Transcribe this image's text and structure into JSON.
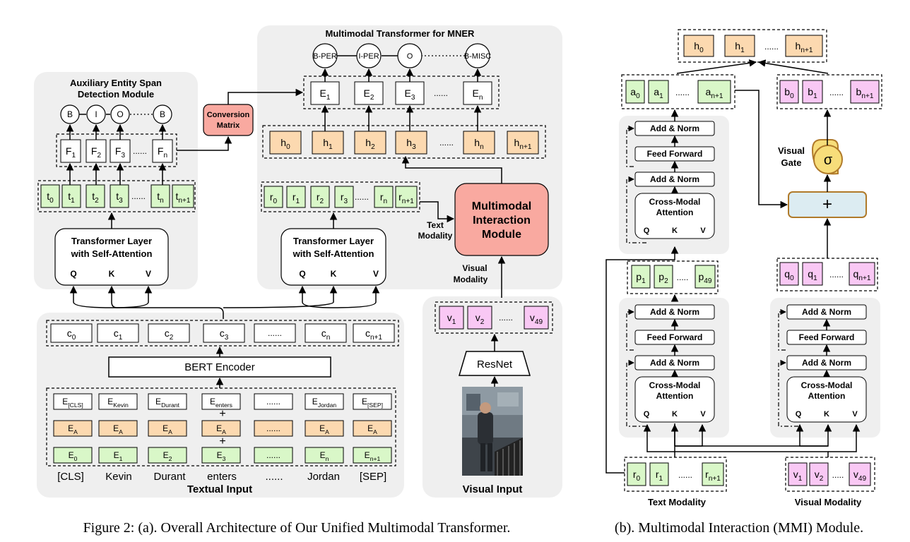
{
  "colors": {
    "panel": "#efefef",
    "green": "#d9f7c8",
    "orange": "#fcd9b0",
    "pink": "#f9c8f4",
    "salmon": "#f9a9a0",
    "gate_yellow": "#f7dd7a",
    "plus_blue": "#dcecf2"
  },
  "a": {
    "mner_title": "Multimodal Transformer for MNER",
    "aux_title_1": "Auxiliary Entity Span",
    "aux_title_2": "Detection Module",
    "tags_mner": [
      "B-PER",
      "I-PER",
      "O",
      "B-MISC"
    ],
    "tags_aux": [
      "B",
      "I",
      "O",
      "B"
    ],
    "e_row": [
      "E",
      "E",
      "E",
      "E"
    ],
    "e_subs": [
      "1",
      "2",
      "3",
      "n"
    ],
    "f_row": [
      "F",
      "F",
      "F",
      "F"
    ],
    "f_subs": [
      "1",
      "2",
      "3",
      "n"
    ],
    "h_row": [
      "h",
      "h",
      "h",
      "h",
      "h",
      "h"
    ],
    "h_subs": [
      "0",
      "1",
      "2",
      "3",
      "n",
      "n+1"
    ],
    "t_row": [
      "t",
      "t",
      "t",
      "t",
      "t",
      "t"
    ],
    "t_subs": [
      "0",
      "1",
      "2",
      "3",
      "n",
      "n+1"
    ],
    "r_row": [
      "r",
      "r",
      "r",
      "r",
      "r",
      "r"
    ],
    "r_subs": [
      "0",
      "1",
      "2",
      "3",
      "n",
      "n+1"
    ],
    "c_row": [
      "c",
      "c",
      "c",
      "c",
      "......",
      "c",
      "c"
    ],
    "c_subs": [
      "0",
      "1",
      "2",
      "3",
      "",
      "n",
      "n+1"
    ],
    "dots_short": "......",
    "conversion_1": "Conversion",
    "conversion_2": "Matrix",
    "transformer_1": "Transformer Layer",
    "transformer_2": "with Self-Attention",
    "q": "Q",
    "k": "K",
    "v": "V",
    "mmi_1": "Multimodal",
    "mmi_2": "Interaction",
    "mmi_3": "Module",
    "text_modality_1": "Text",
    "text_modality_2": "Modality",
    "visual_modality_1": "Visual",
    "visual_modality_2": "Modality",
    "bert": "BERT Encoder",
    "resnet": "ResNet",
    "v_row": [
      "v",
      "v",
      "v"
    ],
    "v_subs": [
      "1",
      "2",
      "49"
    ],
    "emb_token": [
      "E",
      "E",
      "E",
      "E",
      "......",
      "E",
      "E"
    ],
    "emb_token_subs": [
      "[CLS]",
      "Kevin",
      "Durant",
      "enters",
      "",
      "Jordan",
      "[SEP]"
    ],
    "emb_seg": [
      "E",
      "E",
      "E",
      "E",
      "......",
      "E",
      "E"
    ],
    "emb_seg_subs": [
      "A",
      "A",
      "A",
      "A",
      "",
      "A",
      "A"
    ],
    "emb_pos": [
      "E",
      "E",
      "E",
      "E",
      "......",
      "E",
      "E"
    ],
    "emb_pos_subs": [
      "0",
      "1",
      "2",
      "3",
      "",
      "n",
      "n+1"
    ],
    "plus": "+",
    "words": [
      "[CLS]",
      "Kevin",
      "Durant",
      "enters",
      "......",
      "Jordan",
      "[SEP]"
    ],
    "textual_input": "Textual Input",
    "visual_input": "Visual Input"
  },
  "b": {
    "h_row": [
      "h",
      "h",
      "h"
    ],
    "h_subs": [
      "0",
      "1",
      "n+1"
    ],
    "a_row": [
      "a",
      "a",
      "a"
    ],
    "a_subs": [
      "0",
      "1",
      "n+1"
    ],
    "b_row": [
      "b",
      "b",
      "b"
    ],
    "b_subs": [
      "0",
      "1",
      "n+1"
    ],
    "p_row": [
      "p",
      "p",
      "p"
    ],
    "p_subs": [
      "1",
      "2",
      "49"
    ],
    "q_row": [
      "q",
      "q",
      "q"
    ],
    "q_subs": [
      "0",
      "1",
      "n+1"
    ],
    "r_row": [
      "r",
      "r",
      "r"
    ],
    "r_subs": [
      "0",
      "1",
      "n+1"
    ],
    "v_row": [
      "v",
      "v",
      "v"
    ],
    "v_subs": [
      "1",
      "2",
      "49"
    ],
    "add_norm": "Add & Norm",
    "feed_forward": "Feed Forward",
    "cma_1": "Cross-Modal",
    "cma_2": "Attention",
    "visual_gate_1": "Visual",
    "visual_gate_2": "Gate",
    "sigma": "σ",
    "plus": "+",
    "text_modality": "Text Modality",
    "visual_modality": "Visual Modality",
    "dots_long": "......",
    "dots_short": "....."
  },
  "captions": {
    "a": "Figure 2: (a). Overall Architecture of Our Unified Multimodal Transformer.",
    "b": "(b). Multimodal Interaction (MMI) Module."
  }
}
